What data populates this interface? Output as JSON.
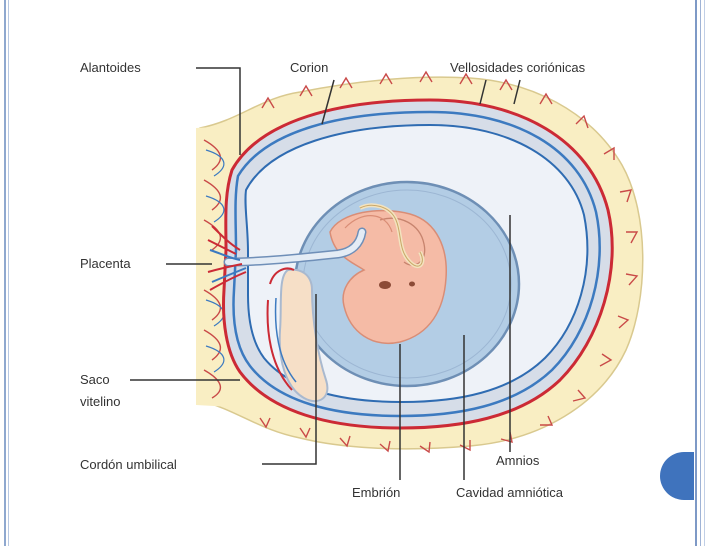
{
  "labels": {
    "alantoides": "Alantoides",
    "corion": "Corion",
    "vellosidades": "Vellosidades coriónicas",
    "placenta": "Placenta",
    "saco_line1": "Saco",
    "saco_line2": "vitelino",
    "cordon": "Cordón umbilical",
    "amnios": "Amnios",
    "embrion": "Embrión",
    "cavidad": "Cavidad amniótica"
  },
  "colors": {
    "outer_tissue": "#f9eec3",
    "chorion": "#d6dde8",
    "vessel_red": "#cc2a35",
    "vessel_blue": "#3c7ac0",
    "amniotic_cavity": "#b3cde5",
    "embryo": "#f5bba6",
    "yolk_sac": "#f6dfc7",
    "accent_dot": "#3f73bd"
  }
}
